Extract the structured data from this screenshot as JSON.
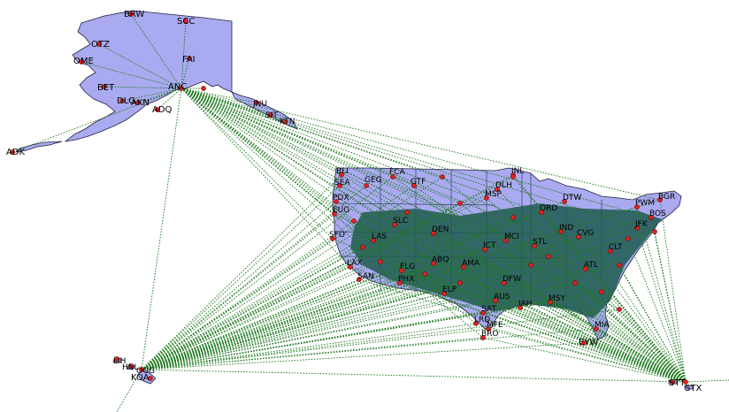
{
  "map": {
    "colors": {
      "land": "#aaaaf0",
      "routes": "#1f7a1f",
      "airport": "#e02020",
      "dense_network": "#1e5a50"
    },
    "hubs": [
      {
        "code": "ANC",
        "name": "anc"
      },
      {
        "code": "HNL",
        "name": "hnl"
      },
      {
        "code": "STX",
        "name": "stx"
      }
    ],
    "labels": {
      "brw": "BRW",
      "scc": "SCC",
      "otz": "OTZ",
      "ome": "OME",
      "fai": "FAI",
      "bet": "BET",
      "dlg": "DLG",
      "akn": "AKN",
      "anc": "ANC",
      "adq": "ADQ",
      "adk": "ADK",
      "ktn": "KTN",
      "sit": "SIT",
      "jnu": "JNU",
      "bli": "BLI",
      "sea": "SEA",
      "geg": "GEG",
      "pdx": "PDX",
      "eug": "EUG",
      "gtf": "GTF",
      "fca": "FCA",
      "msp": "MSP",
      "dlh": "DLH",
      "inl": "INL",
      "ord": "ORD",
      "dtw": "DTW",
      "bos": "BOS",
      "bgr": "BGR",
      "pwm": "PWM",
      "sfo": "SFO",
      "lax": "LAX",
      "san": "SAN",
      "las": "LAS",
      "phx": "PHX",
      "slc": "SLC",
      "den": "DEN",
      "abq": "ABQ",
      "elp": "ELP",
      "dfw": "DFW",
      "iah": "IAH",
      "aus": "AUS",
      "sat": "SAT",
      "lrd": "LRD",
      "mfe": "MFE",
      "bro": "BRO",
      "msy": "MSY",
      "atl": "ATL",
      "clt": "CLT",
      "mia": "MIA",
      "eyw": "EYW",
      "jfk": "JFK",
      "hnl": "HNL",
      "lih": "LIH",
      "ogg": "OGG",
      "koa": "KOA",
      "stt": "STT",
      "stx": "STX",
      "ama": "AMA",
      "flg": "FLG",
      "ict": "ICT",
      "mci": "MCI",
      "stl": "STL",
      "ind": "IND",
      "cvg": "CVG"
    }
  }
}
